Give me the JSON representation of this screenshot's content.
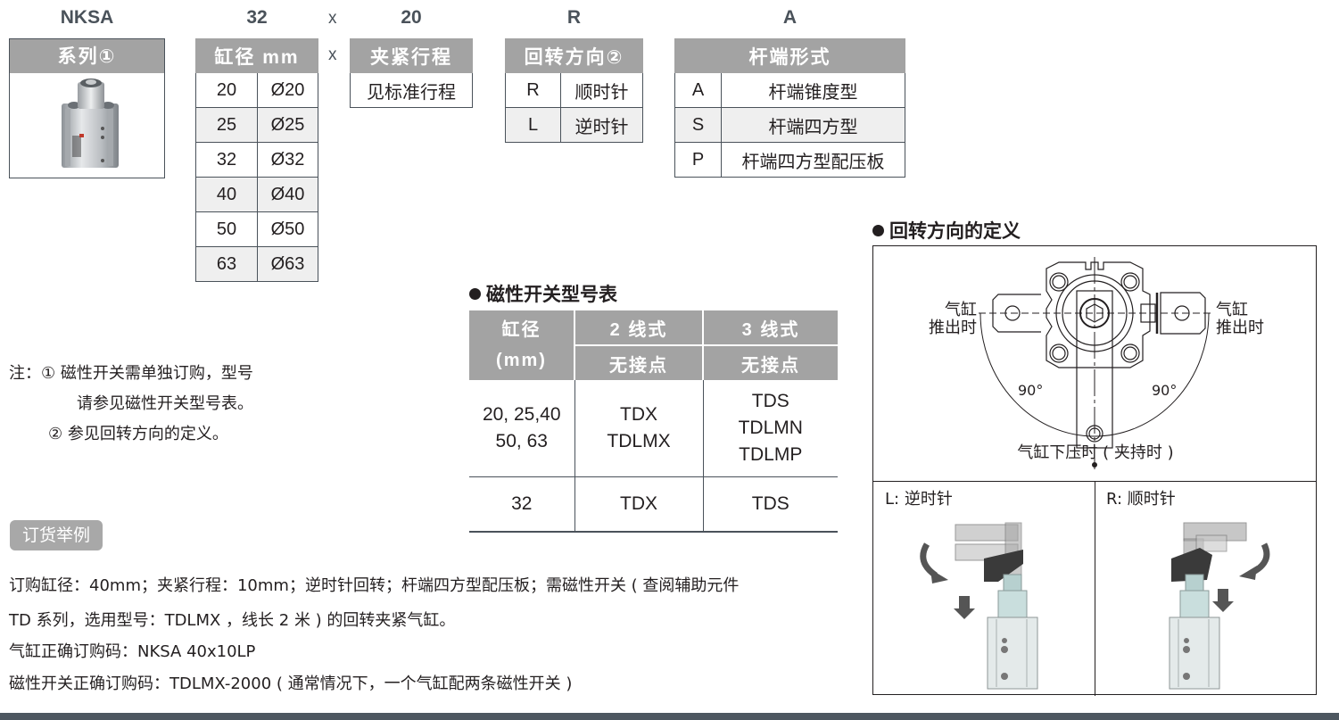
{
  "model_code": {
    "series": "NKSA",
    "bore": "32",
    "sep1": "x",
    "stroke": "20",
    "rotation": "R",
    "rod_end": "A",
    "sep2": "x"
  },
  "series_table": {
    "header": "系列①",
    "image": "cylinder-product-photo"
  },
  "bore_table": {
    "header": "缸径 mm",
    "rows": [
      {
        "code": "20",
        "value": "Ø20"
      },
      {
        "code": "25",
        "value": "Ø25"
      },
      {
        "code": "32",
        "value": "Ø32"
      },
      {
        "code": "40",
        "value": "Ø40"
      },
      {
        "code": "50",
        "value": "Ø50"
      },
      {
        "code": "63",
        "value": "Ø63"
      }
    ]
  },
  "stroke_table": {
    "header": "夹紧行程",
    "rows": [
      {
        "value": "见标准行程"
      }
    ]
  },
  "rotation_table": {
    "header": "回转方向②",
    "rows": [
      {
        "code": "R",
        "value": "顺时针"
      },
      {
        "code": "L",
        "value": "逆时针"
      }
    ]
  },
  "rod_table": {
    "header": "杆端形式",
    "rows": [
      {
        "code": "A",
        "value": "杆端锥度型"
      },
      {
        "code": "S",
        "value": "杆端四方型"
      },
      {
        "code": "P",
        "value": "杆端四方型配压板"
      }
    ]
  },
  "magnetic_switch": {
    "title": "磁性开关型号表",
    "headers": {
      "bore": "缸径",
      "bore_unit": "(mm)",
      "two_wire": "2 线式",
      "three_wire": "3 线式",
      "contactless_2": "无接点",
      "contactless_3": "无接点"
    },
    "rows": [
      {
        "bore_line1": "20, 25,40",
        "bore_line2": "50, 63",
        "two_wire": [
          "TDX",
          "TDLMX"
        ],
        "three_wire": [
          "TDS",
          "TDLMN",
          "TDLMP"
        ]
      },
      {
        "bore_line1": "32",
        "two_wire": [
          "TDX"
        ],
        "three_wire": [
          "TDS"
        ]
      }
    ]
  },
  "notes": {
    "prefix": "注：",
    "n1_mark": "①",
    "n1_line1": "磁性开关需单独订购，型号",
    "n1_line2": "请参见磁性开关型号表。",
    "n2_mark": "②",
    "n2_line1": "参见回转方向的定义。"
  },
  "order_example": {
    "badge": "订货举例",
    "line1": "订购缸径：40mm；夹紧行程：10mm；逆时针回转；杆端四方型配压板；需磁性开关 ( 查阅辅助元件",
    "line2": "TD 系列，选用型号：TDLMX ，线长 2 米 ) 的回转夹紧气缸。",
    "line3": "气缸正确订购码：NKSA 40x10LP",
    "line4": "磁性开关正确订购码：TDLMX-2000 ( 通常情况下，一个气缸配两条磁性开关 )"
  },
  "rotation_definition": {
    "title": "回转方向的定义",
    "left_label_1": "气缸",
    "left_label_2": "推出时",
    "right_label_1": "气缸",
    "right_label_2": "推出时",
    "angle_left": "90°",
    "angle_right": "90°",
    "bottom_label": "气缸下压时 ( 夹持时 )",
    "panel_left": "L: 逆时针",
    "panel_right": "R: 顺时针"
  },
  "colors": {
    "header_gray": "#a3a3a3",
    "border": "#4a525a",
    "alt_row": "#efefef",
    "footer_bar": "#4d5760"
  }
}
